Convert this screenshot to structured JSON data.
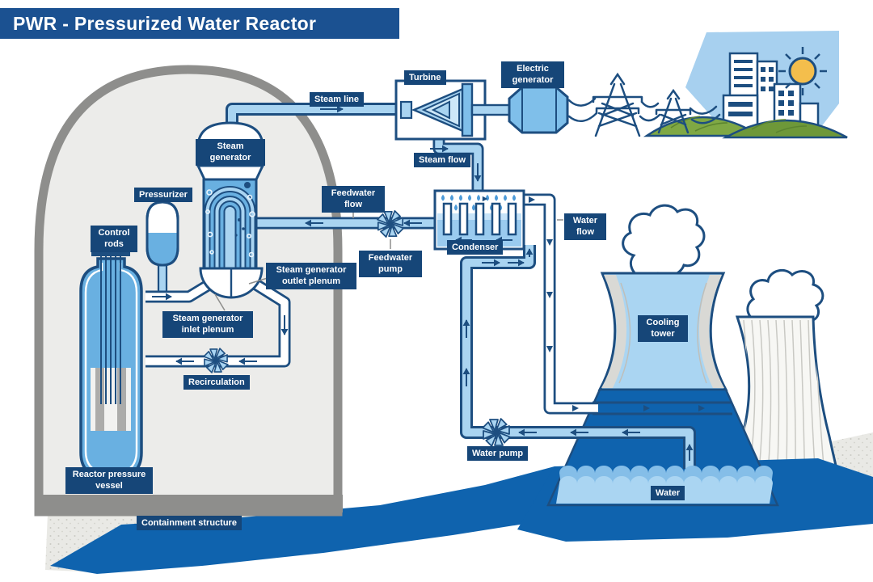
{
  "title": "PWR - Pressurized Water Reactor",
  "labels": {
    "steam_line": "Steam line",
    "turbine": "Turbine",
    "electric_generator": "Electric generator",
    "steam_flow": "Steam flow",
    "steam_generator": "Steam generator",
    "pressurizer": "Pressurizer",
    "control_rods": "Control rods",
    "feedwater_flow": "Feedwater flow",
    "feedwater_pump": "Feedwater pump",
    "condenser": "Condenser",
    "water_flow": "Water flow",
    "sg_outlet_plenum": "Steam generator outlet plenum",
    "sg_inlet_plenum": "Steam generator inlet plenum",
    "recirculation": "Recirculation",
    "reactor_pressure_vessel": "Reactor pressure vessel",
    "cooling_tower": "Cooling tower",
    "water_pump": "Water pump",
    "water": "Water",
    "containment_structure": "Containment structure"
  },
  "colors": {
    "banner_blue": "#1B5191",
    "label_bg": "#164678",
    "line_navy": "#1D4E80",
    "pipe_light_blue": "#A9D4F1",
    "water_mid_blue": "#69B0E1",
    "deep_blue": "#0F63AE",
    "sky_blue": "#A7D0EF",
    "sun_yellow": "#F4BE4C",
    "hill_green": "#7FA844",
    "containment_grey": "#8E8E8C"
  }
}
